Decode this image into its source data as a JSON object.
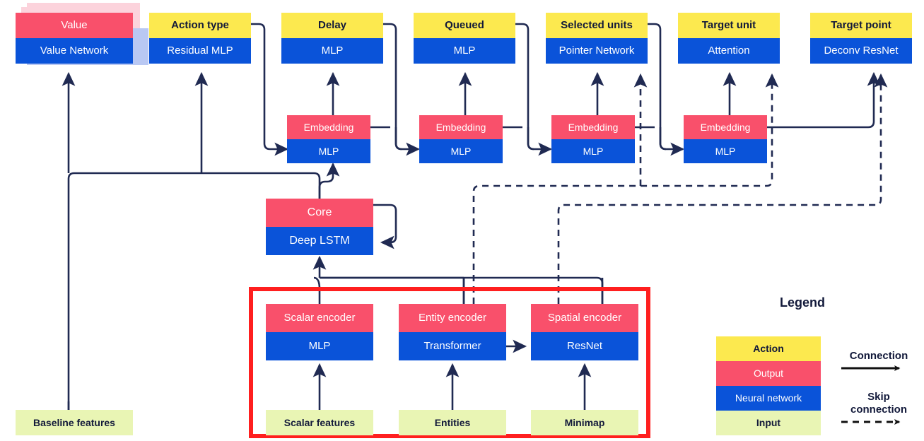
{
  "colors": {
    "action": "#FCE94F",
    "output": "#F9506B",
    "neural_network": "#0A53D9",
    "input": "#E9F5B4",
    "wire": "#202A52",
    "highlight_box": "#FF1F1F",
    "ghost_pink": "#FCD3DC",
    "ghost_blue": "#B9C8F3"
  },
  "outputs": [
    {
      "action": "Value",
      "network": "Value Network"
    },
    {
      "action": "Action type",
      "network": "Residual MLP"
    },
    {
      "action": "Delay",
      "network": "MLP"
    },
    {
      "action": "Queued",
      "network": "MLP"
    },
    {
      "action": "Selected units",
      "network": "Pointer Network"
    },
    {
      "action": "Target unit",
      "network": "Attention"
    },
    {
      "action": "Target point",
      "network": "Deconv ResNet"
    }
  ],
  "embeddings": [
    {
      "output": "Embedding",
      "network": "MLP"
    },
    {
      "output": "Embedding",
      "network": "MLP"
    },
    {
      "output": "Embedding",
      "network": "MLP"
    },
    {
      "output": "Embedding",
      "network": "MLP"
    }
  ],
  "core": {
    "output": "Core",
    "network": "Deep LSTM"
  },
  "encoders": [
    {
      "output": "Scalar encoder",
      "network": "MLP"
    },
    {
      "output": "Entity encoder",
      "network": "Transformer"
    },
    {
      "output": "Spatial encoder",
      "network": "ResNet"
    }
  ],
  "inputs": [
    {
      "label": "Baseline features"
    },
    {
      "label": "Scalar features"
    },
    {
      "label": "Entities"
    },
    {
      "label": "Minimap"
    }
  ],
  "legend": {
    "title": "Legend",
    "swatches": [
      {
        "label": "Action",
        "kind": "action"
      },
      {
        "label": "Output",
        "kind": "output"
      },
      {
        "label": "Neural network",
        "kind": "neural_network"
      },
      {
        "label": "Input",
        "kind": "input"
      }
    ],
    "connection_label": "Connection",
    "skip_label_line1": "Skip",
    "skip_label_line2": "connection"
  }
}
